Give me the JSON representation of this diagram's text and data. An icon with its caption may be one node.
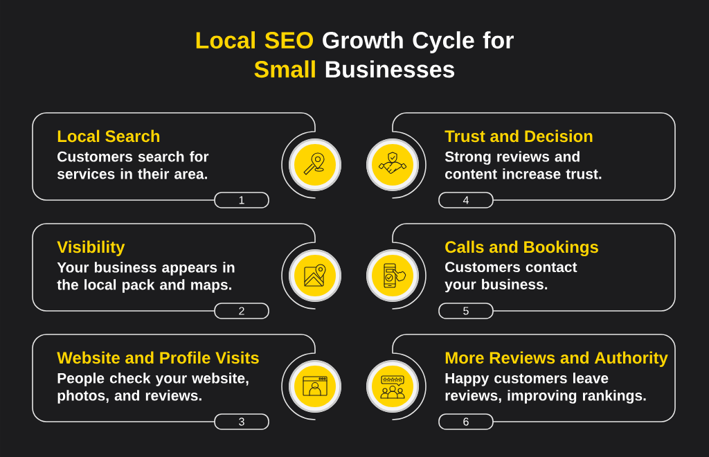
{
  "diagram": {
    "title": "Local SEO Growth Cycle for Small Businesses",
    "nodes": [
      {
        "text": [
          "Local Search",
          "Customers search for services in their area."
        ]
      },
      {
        "text": [
          "1"
        ]
      },
      {
        "text": [
          "Visibility",
          "Your business appears in the local pack and maps."
        ]
      },
      {
        "text": [
          "2"
        ]
      },
      {
        "text": [
          "Website and Profile Visits",
          "People check your website, photos, and reviews."
        ]
      },
      {
        "text": [
          "3"
        ]
      },
      {
        "text": [
          "Trust and Decision",
          "Strong reviews and content increase trust."
        ]
      },
      {
        "text": [
          "4"
        ]
      },
      {
        "text": [
          "Calls and Bookings",
          "Customers contact your business."
        ]
      },
      {
        "text": [
          "5"
        ]
      },
      {
        "text": [
          "More Reviews and Authority",
          "Happy customers leave reviews, improving rankings."
        ]
      },
      {
        "text": [
          "6"
        ]
      }
    ]
  }
}
